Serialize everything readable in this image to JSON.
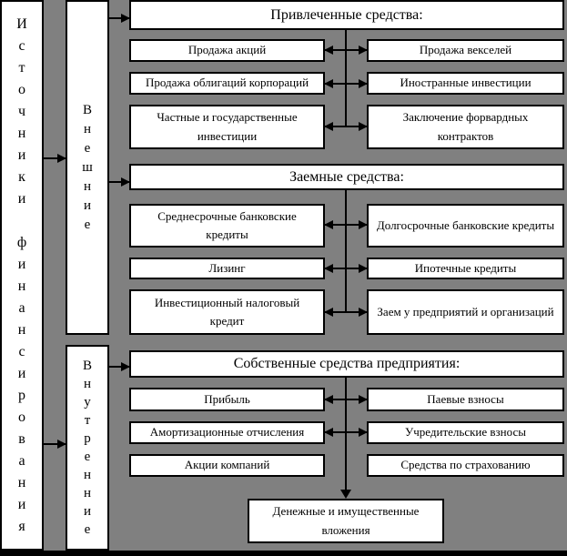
{
  "diagram": {
    "left_rail": {
      "label": "Источники финансирования"
    },
    "groups": {
      "external": {
        "label": "Внешние"
      },
      "internal": {
        "label": "Внутренние"
      }
    },
    "sections": [
      {
        "title": "Привлеченные средства:",
        "rows": [
          {
            "left": "Продажа акций",
            "right": "Продажа векселей"
          },
          {
            "left": "Продажа облигаций корпораций",
            "right": "Иностранные инвестиции"
          },
          {
            "left": "Частные и государственные инвестиции",
            "right": "Заключение форвардных контрактов"
          }
        ]
      },
      {
        "title": "Заемные средства:",
        "rows": [
          {
            "left": "Среднесрочные банковские кредиты",
            "right": "Долгосрочные банковские кредиты"
          },
          {
            "left": "Лизинг",
            "right": "Ипотечные кредиты"
          },
          {
            "left": "Инвестиционный налоговый кредит",
            "right": "Заем у предприятий и организаций"
          }
        ]
      },
      {
        "title": "Собственные средства предприятия:",
        "rows": [
          {
            "left": "Прибыль",
            "right": "Паевые взносы"
          },
          {
            "left": "Амортизационные отчисления",
            "right": "Учредительские взносы"
          },
          {
            "left": "Акции компаний",
            "right": "Средства по страхованию"
          }
        ]
      }
    ],
    "result_box": {
      "label": "Денежные и имущественные вложения"
    },
    "colors": {
      "background": "#808080",
      "box_fill": "#ffffff",
      "line": "#000000"
    }
  }
}
